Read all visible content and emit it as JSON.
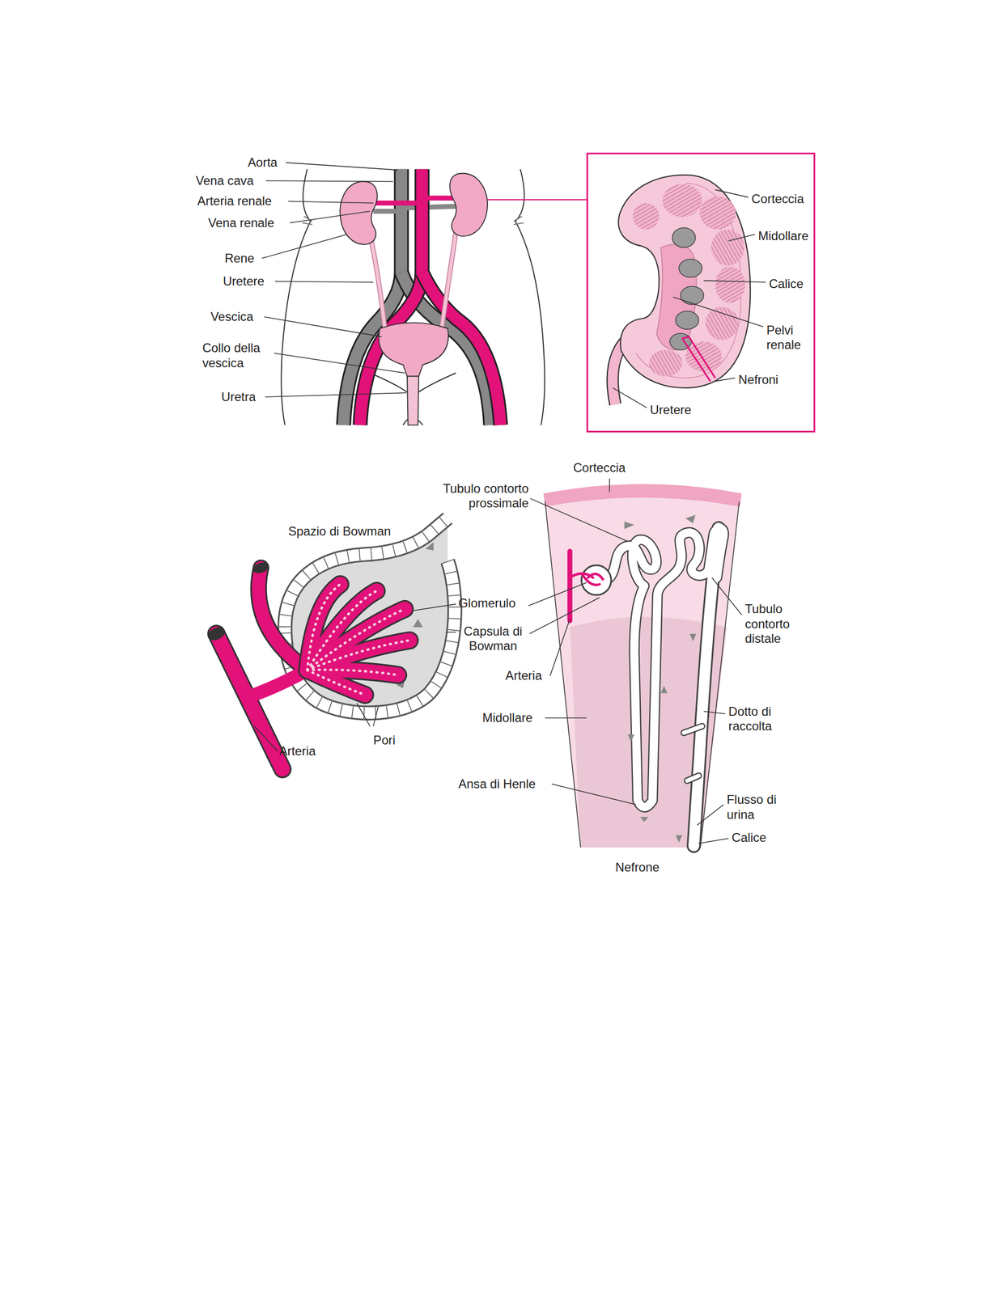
{
  "diagram": {
    "nodes": [
      {
        "text": [
          "Corteccia",
          "Midollare",
          "Calice",
          "Pelvi renale",
          "Nefroni",
          "Uretere"
        ]
      }
    ],
    "labels": [
      "Aorta",
      "Vena cava",
      "Arteria renale",
      "Vena renale",
      "Rene",
      "Uretere",
      "Vescica",
      "Collo della vescica",
      "Uretra",
      "Corteccia",
      "Tubulo contorto prossimale",
      "Spazio di Bowman",
      "Glomerulo",
      "Capsula di Bowman",
      "Tubulo contorto distale",
      "Arteria",
      "Midollare",
      "Dotto di raccolta",
      "Ansa di Henle",
      "Flusso di urina",
      "Pori",
      "Arteria",
      "Calice",
      "Nefrone"
    ]
  }
}
